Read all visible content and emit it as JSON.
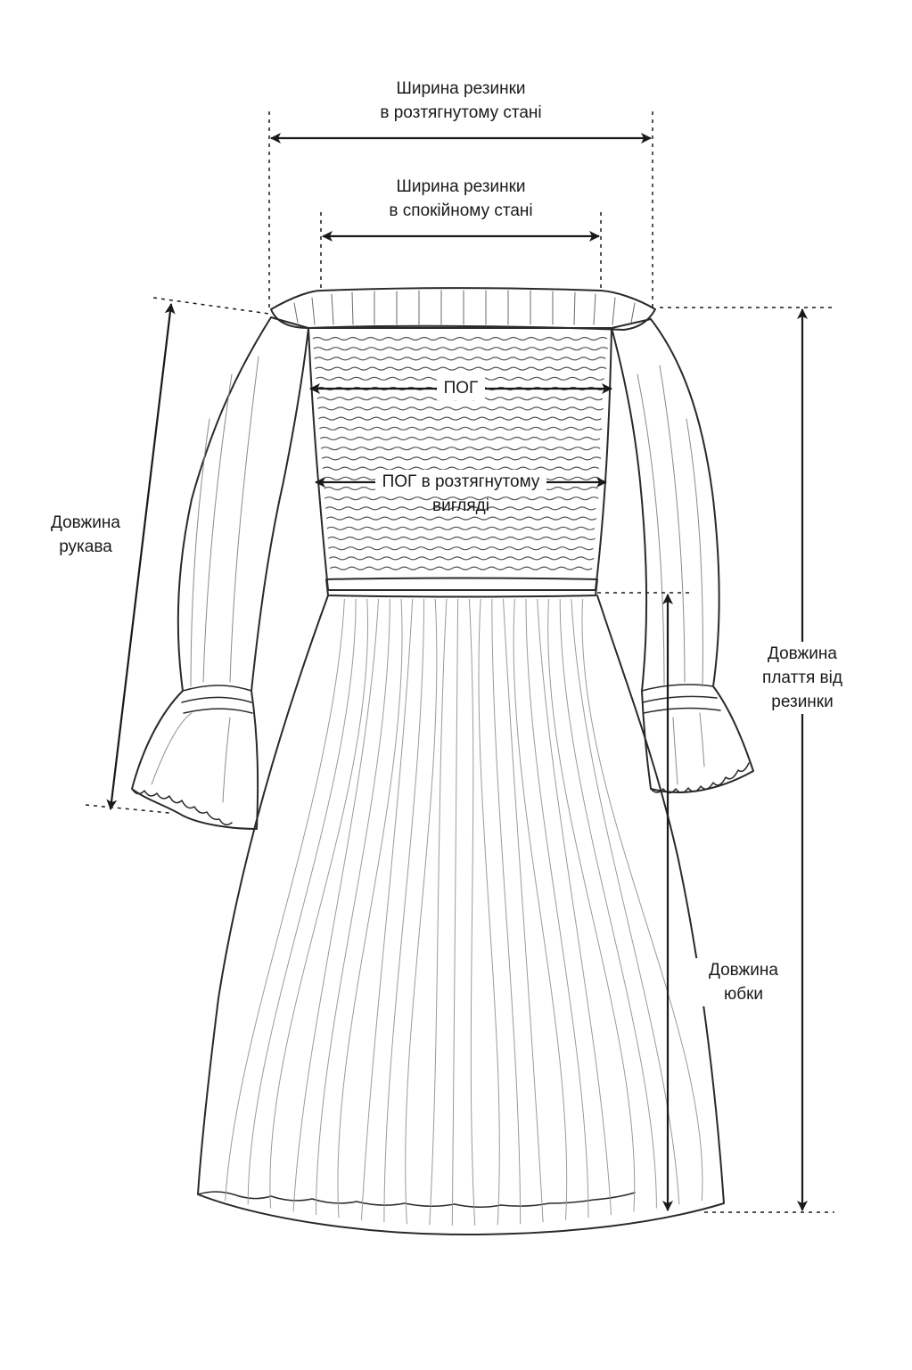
{
  "labels": {
    "stretched_width": [
      "Ширина резинки",
      "в розтягнутому стані"
    ],
    "relaxed_width": [
      "Ширина резинки",
      "в спокійному стані"
    ],
    "pog": "ПОГ",
    "pog_stretched": [
      "ПОГ в розтягнутому",
      "вигляді"
    ],
    "sleeve_length": [
      "Довжина",
      "рукава"
    ],
    "dress_length": [
      "Довжина",
      "плаття від",
      "резинки"
    ],
    "skirt_length": [
      "Довжина",
      "юбки"
    ]
  },
  "colors": {
    "line": "#1a1a1a",
    "sketch": "#2a2a2a",
    "background": "#ffffff"
  }
}
